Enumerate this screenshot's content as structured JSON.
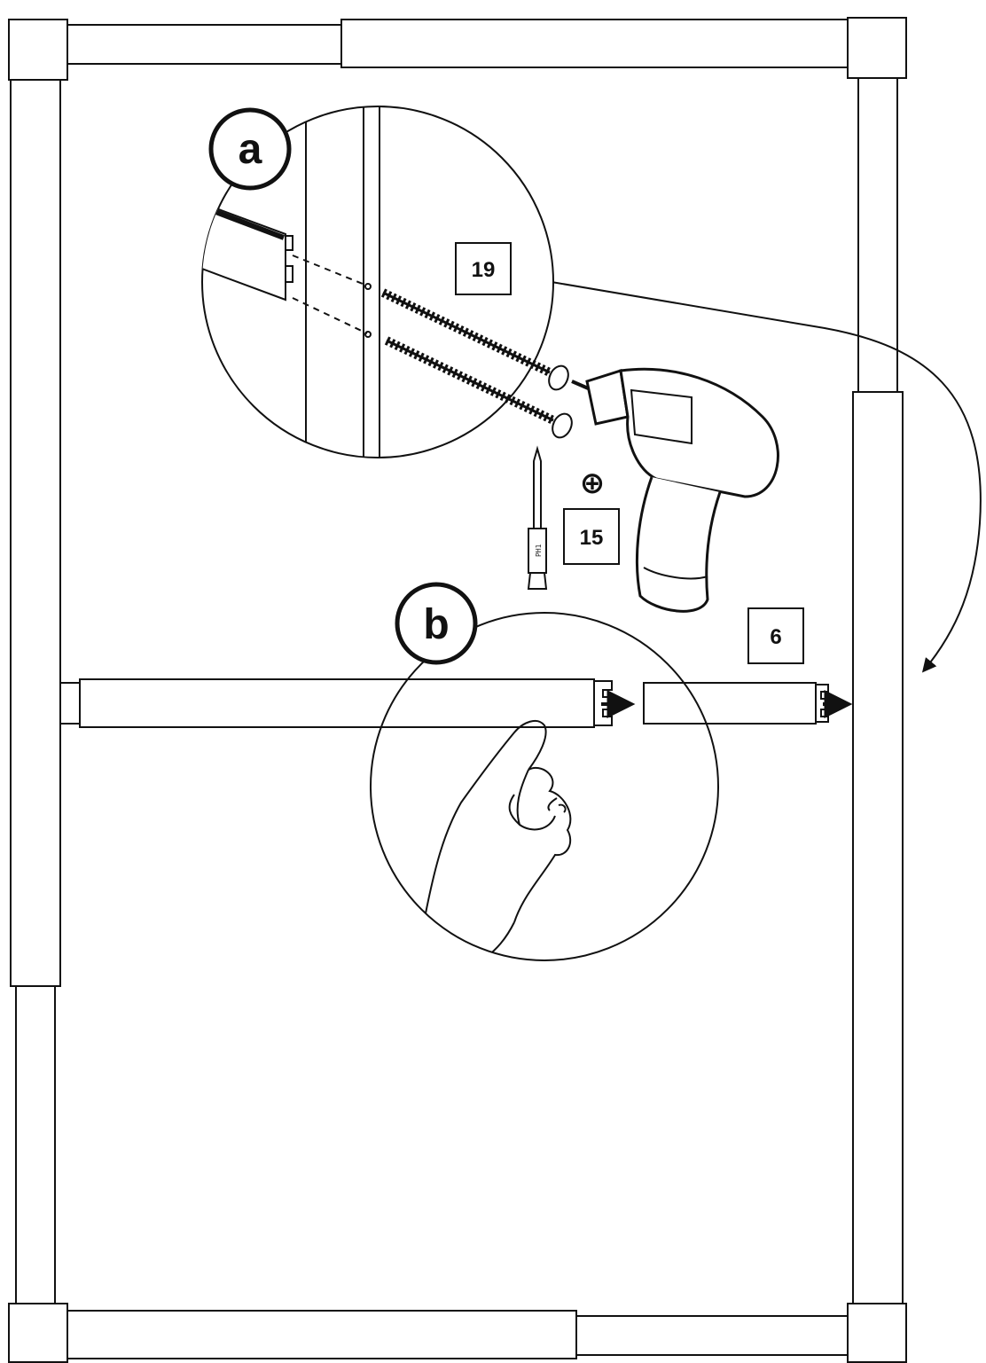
{
  "callouts": {
    "step_a": "a",
    "step_b": "b"
  },
  "parts": {
    "screw_count": "19",
    "bit_count": "15",
    "part_count": "6"
  },
  "bit": {
    "tip_label": "PH1",
    "drive_symbol": "⊕"
  },
  "icons": {
    "drill": "drill-icon",
    "screw": "screw-icon",
    "bit": "screwdriver-bit-icon",
    "hand": "hand-icon",
    "arrow": "curved-arrow-icon"
  },
  "colors": {
    "line": "#111111",
    "paper": "#ffffff"
  }
}
